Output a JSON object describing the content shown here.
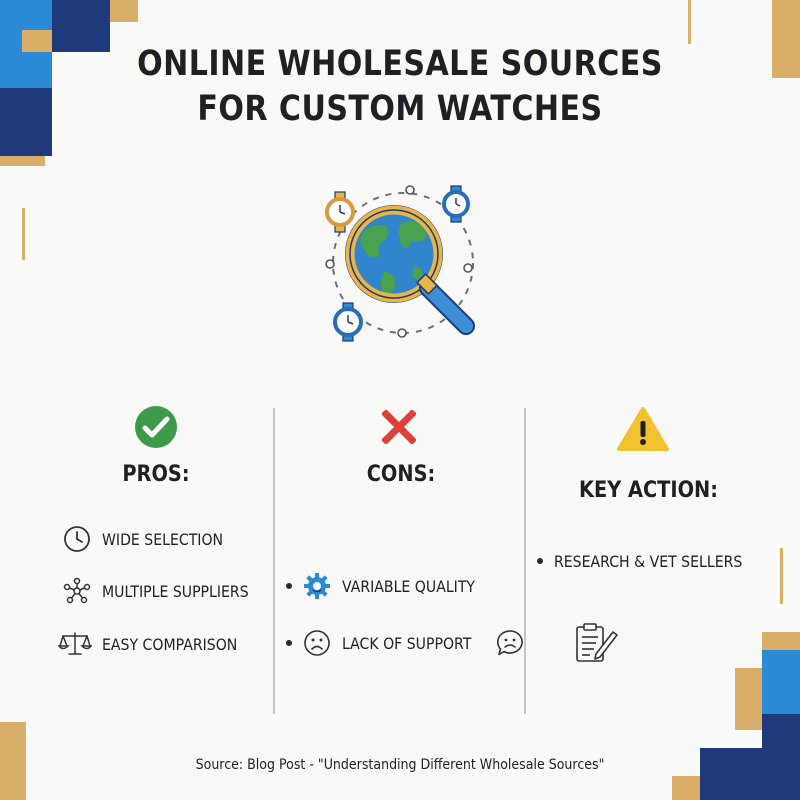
{
  "title": {
    "line1": "ONLINE WHOLESALE SOURCES",
    "line2": "FOR CUSTOM WATCHES"
  },
  "colors": {
    "navy": "#1e3a7b",
    "blue": "#2a8ad4",
    "gold": "#d9ae68",
    "check_green": "#3d9a4b",
    "cross_red": "#de3f3a",
    "warning_yellow": "#f2c12e"
  },
  "illustration": {
    "icon": "globe-magnifier-with-watches-icon"
  },
  "pros": {
    "header": "PROS:",
    "status_icon": "green-check-icon",
    "items": [
      {
        "icon": "clock-icon",
        "label": "WIDE SELECTION"
      },
      {
        "icon": "network-icon",
        "label": "MULTIPLE SUPPLIERS"
      },
      {
        "icon": "scales-icon",
        "label": "EASY COMPARISON"
      }
    ]
  },
  "cons": {
    "header": "CONS:",
    "status_icon": "red-x-icon",
    "items": [
      {
        "icon": "gear-icon",
        "label": "VARIABLE QUALITY"
      },
      {
        "icon": "sad-face-icon",
        "label": "LACK OF SUPPORT"
      }
    ]
  },
  "key_action": {
    "header": "KEY ACTION:",
    "status_icon": "warning-icon",
    "items": [
      {
        "label": "RESEARCH & VET SELLERS"
      }
    ],
    "extra_icon": "clipboard-pencil-icon"
  },
  "source": "Source: Blog Post - \"Understanding Different Wholesale Sources\""
}
